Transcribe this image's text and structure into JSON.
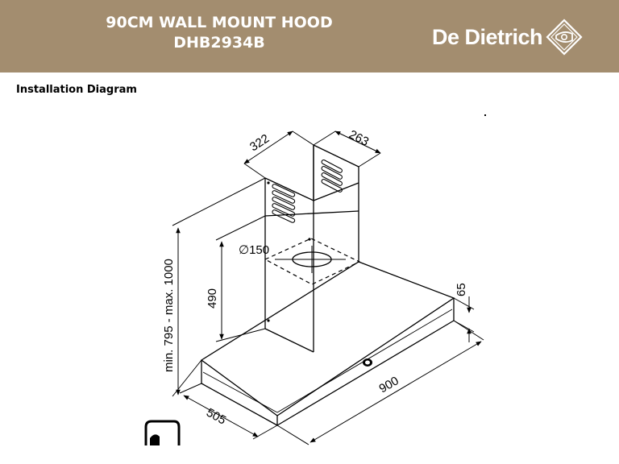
{
  "header": {
    "title_line1": "90CM WALL MOUNT HOOD",
    "title_line2": "DHB2934B",
    "brand_name": "De Dietrich",
    "background_color": "#a38d6f",
    "logo_icon": "diamond-horn-icon"
  },
  "section": {
    "label": "Installation Diagram"
  },
  "diagram": {
    "dimensions": {
      "chimney_width": "322",
      "chimney_depth": "263",
      "duct_diameter": "∅150",
      "chimney_height": "490",
      "total_height": "min. 795 - max. 1000",
      "canopy_height": "65",
      "canopy_width": "900",
      "canopy_depth": "505"
    }
  }
}
